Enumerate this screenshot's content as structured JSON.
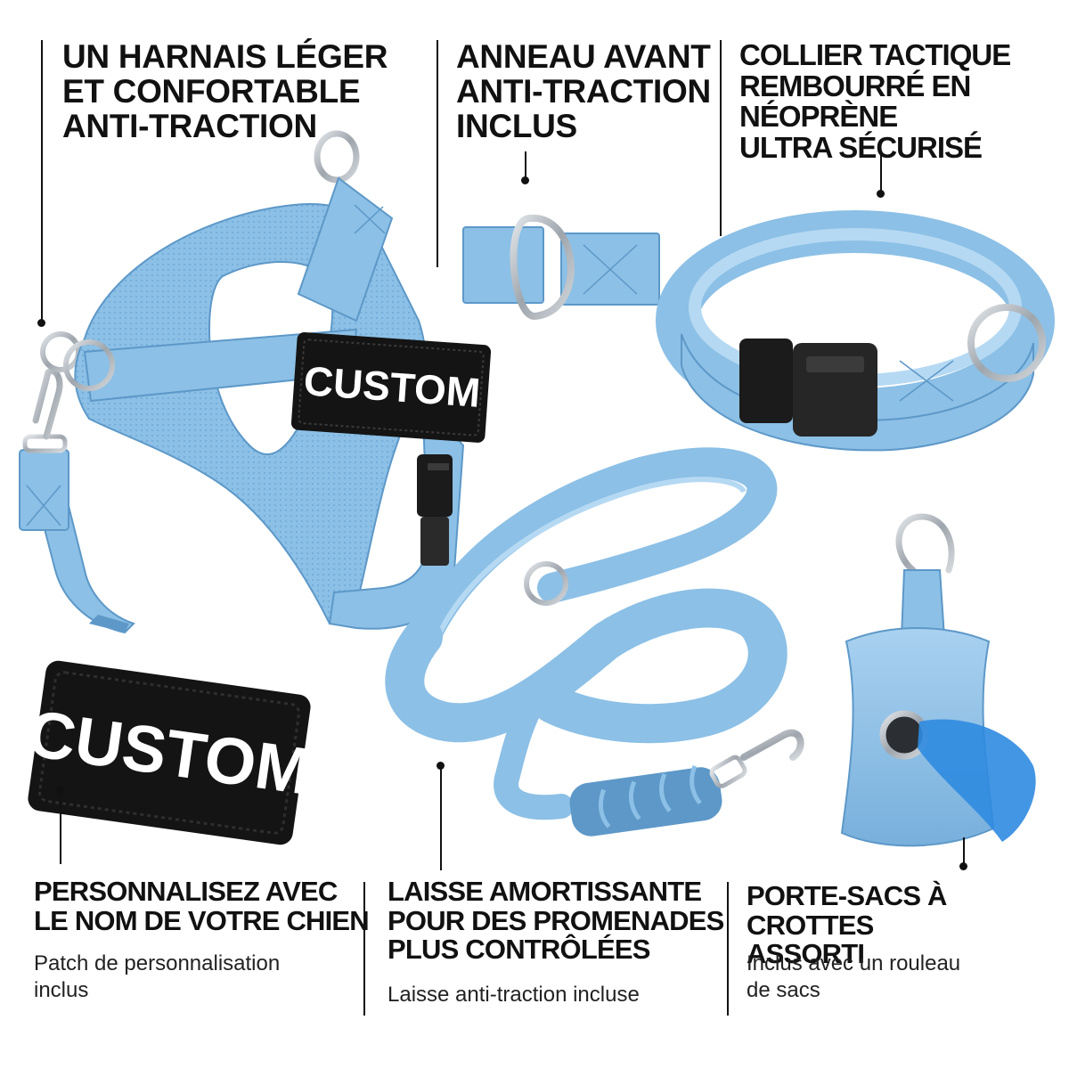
{
  "captions": {
    "harness": [
      "UN HARNAIS LÉGER",
      "ET CONFORTABLE",
      "ANTI-TRACTION"
    ],
    "ring": [
      "ANNEAU AVANT",
      "ANTI-TRACTION",
      "INCLUS"
    ],
    "collar": [
      "COLLIER TACTIQUE",
      "REMBOURRÉ EN NÉOPRÈNE",
      "ULTRA SÉCURISÉ"
    ],
    "patch": {
      "title": [
        "PERSONNALISEZ AVEC",
        "LE NOM DE VOTRE CHIEN"
      ],
      "sub": [
        "Patch de personnalisation",
        "inclus"
      ]
    },
    "leash": {
      "title": [
        "LAISSE AMORTISSANTE",
        "POUR DES PROMENADES",
        "PLUS CONTRÔLÉES"
      ],
      "sub": [
        "Laisse anti-traction incluse"
      ]
    },
    "bag": {
      "title": [
        "PORTE-SACS À CROTTES",
        "ASSORTI"
      ],
      "sub": [
        "Inclus avec un rouleau",
        "de sacs"
      ]
    }
  },
  "patch_text": {
    "harness": "CUSTOM",
    "large": "CUSTOM"
  },
  "icons": {
    "harness": "dog-harness-icon",
    "ring": "front-ring-strap-icon",
    "collar": "padded-collar-icon",
    "patch": "name-patch-icon",
    "leash": "bungee-leash-icon",
    "bag": "poop-bag-holder-icon"
  },
  "colors": {
    "product_blue": "#8cc0e6",
    "product_blue_dark": "#5d98c8",
    "product_blue_light": "#b6d9f3",
    "bag_roll": "#2f8be0",
    "patch_black": "#141414",
    "hardware_silver": "#a7adb3",
    "buckle_black": "#1b1b1b",
    "text": "#111111"
  }
}
